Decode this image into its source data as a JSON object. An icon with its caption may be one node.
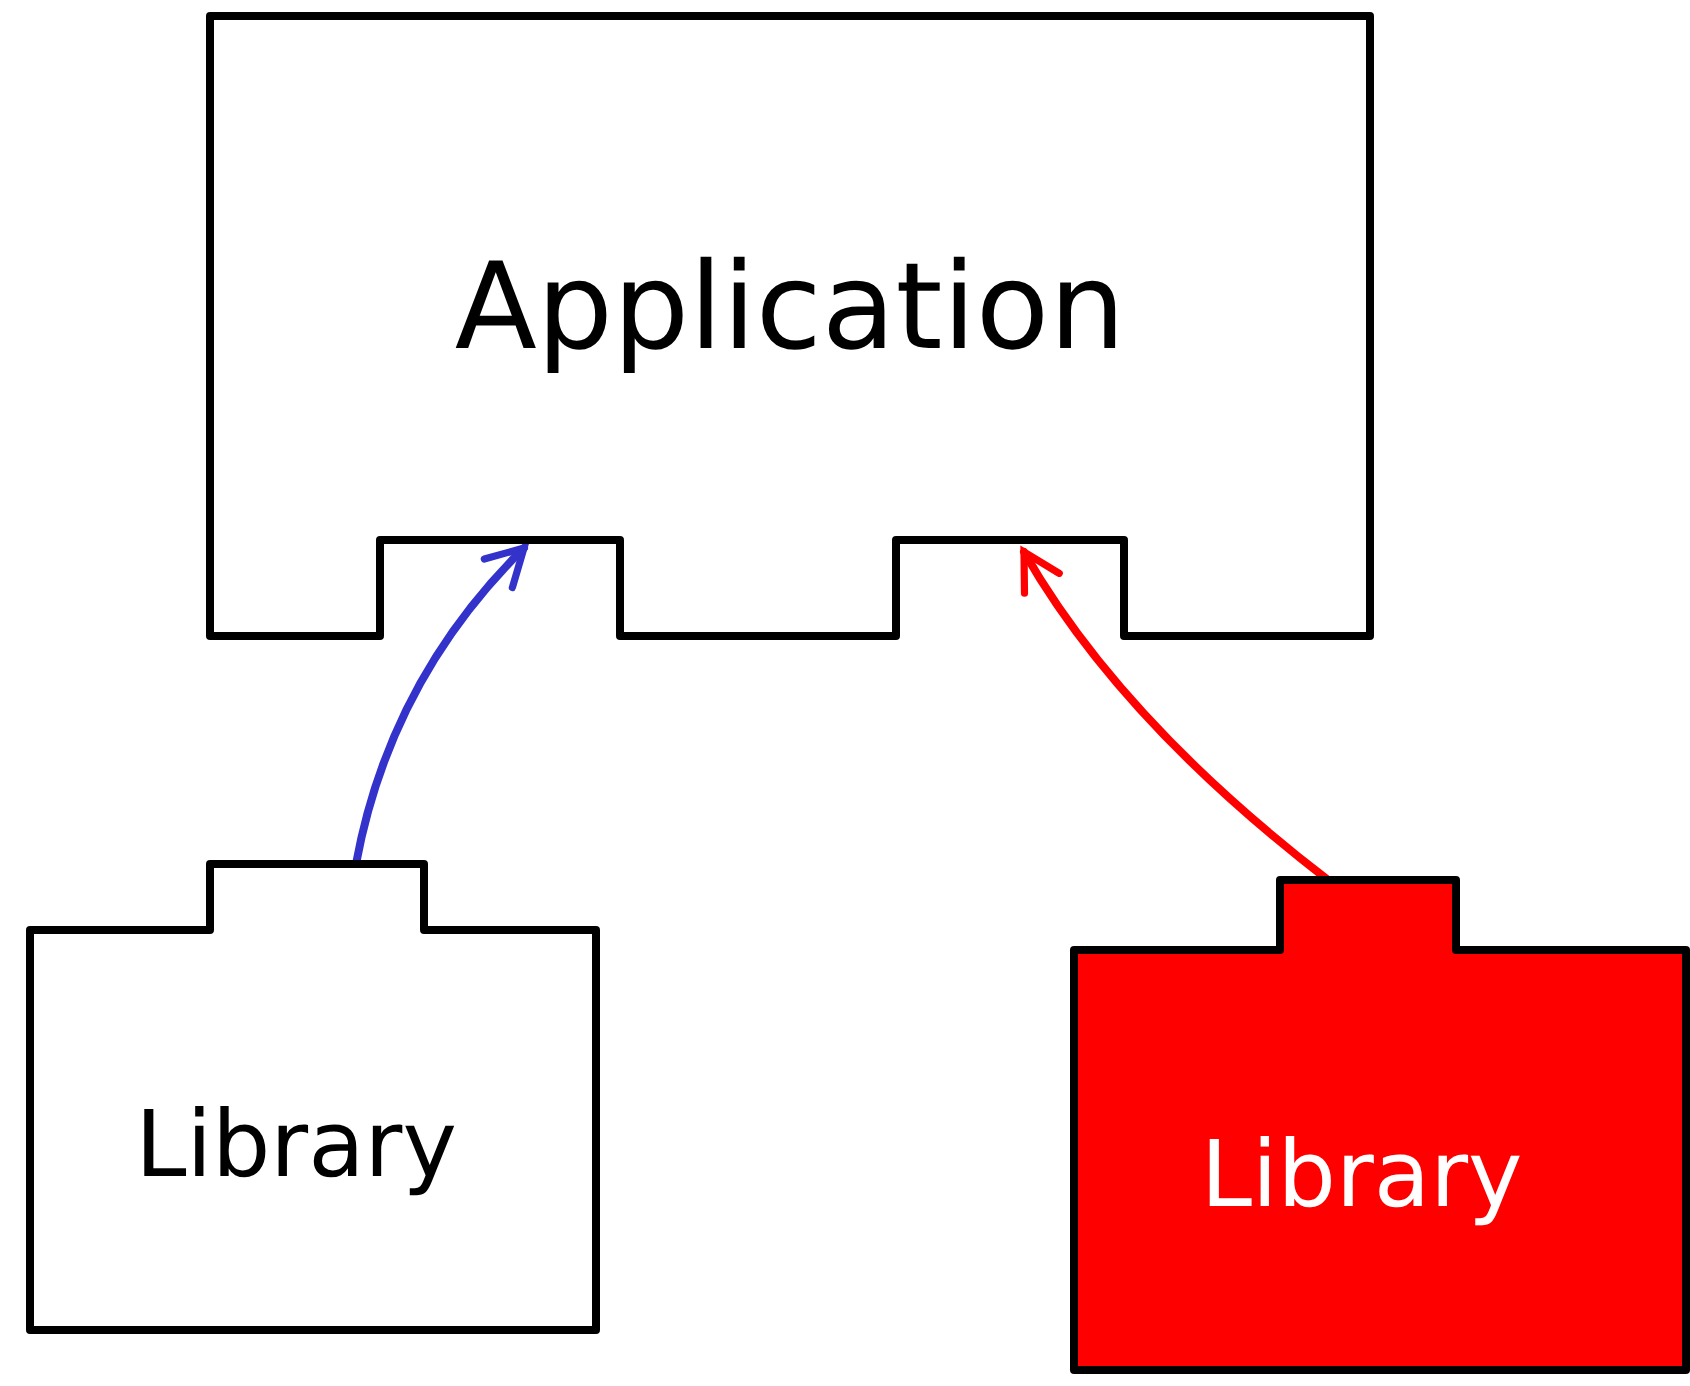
{
  "diagram": {
    "nodes": [
      {
        "text": [
          "Application"
        ]
      },
      {
        "text": [
          "Library"
        ]
      },
      {
        "text": [
          "Library"
        ]
      }
    ],
    "edges": [
      {
        "from": 1,
        "to": 0,
        "arrow": "to",
        "color": "#3333cc"
      },
      {
        "from": 2,
        "to": 0,
        "arrow": "to",
        "color": "#ff0000"
      }
    ]
  }
}
